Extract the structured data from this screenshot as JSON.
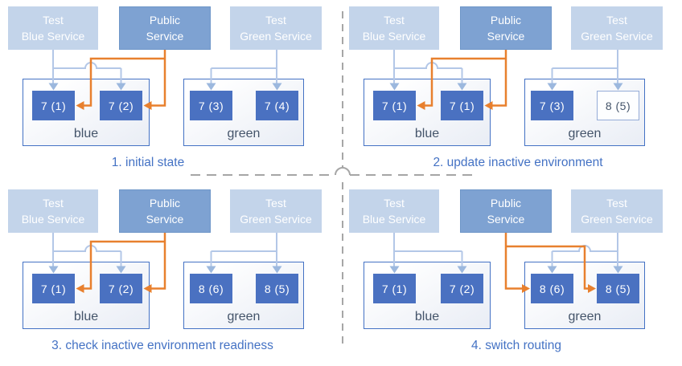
{
  "colors": {
    "header_light": "#c3d4ea",
    "header_public": "#7ea2d2",
    "header_public_border": "#6e96c8",
    "pod_fill": "#4a71c1",
    "pod_outline_border": "#94abd7",
    "pod_outline_text": "#44546a",
    "env_border": "#4472c4",
    "env_label": "#44546a",
    "caption": "#4472c4",
    "route_test_line": "#b3c7e7",
    "route_test_arrow": "#9cb8de",
    "route_public": "#e8802e",
    "divider": "#a6a6a6"
  },
  "panels": [
    {
      "caption": "1. initial state",
      "headers": [
        {
          "lines": [
            "Test",
            "Blue Service"
          ],
          "variant": "light"
        },
        {
          "lines": [
            "Public",
            "Service"
          ],
          "variant": "public"
        },
        {
          "lines": [
            "Test",
            "Green Service"
          ],
          "variant": "light"
        }
      ],
      "environments": [
        {
          "name": "blue",
          "pods": [
            {
              "label": "7 (1)",
              "variant": "filled"
            },
            {
              "label": "7 (2)",
              "variant": "filled"
            }
          ]
        },
        {
          "name": "green",
          "pods": [
            {
              "label": "7 (3)",
              "variant": "filled"
            },
            {
              "label": "7 (4)",
              "variant": "filled"
            }
          ]
        }
      ],
      "public_routes_to": "blue"
    },
    {
      "caption": "2. update inactive environment",
      "headers": [
        {
          "lines": [
            "Test",
            "Blue Service"
          ],
          "variant": "light"
        },
        {
          "lines": [
            "Public",
            "Service"
          ],
          "variant": "public"
        },
        {
          "lines": [
            "Test",
            "Green Service"
          ],
          "variant": "light"
        }
      ],
      "environments": [
        {
          "name": "blue",
          "pods": [
            {
              "label": "7 (1)",
              "variant": "filled"
            },
            {
              "label": "7 (1)",
              "variant": "filled"
            }
          ]
        },
        {
          "name": "green",
          "pods": [
            {
              "label": "7 (3)",
              "variant": "filled"
            },
            {
              "label": "8 (5)",
              "variant": "outlined"
            }
          ]
        }
      ],
      "public_routes_to": "blue"
    },
    {
      "caption": "3. check inactive environment readiness",
      "headers": [
        {
          "lines": [
            "Test",
            "Blue Service"
          ],
          "variant": "light"
        },
        {
          "lines": [
            "Public",
            "Service"
          ],
          "variant": "public"
        },
        {
          "lines": [
            "Test",
            "Green Service"
          ],
          "variant": "light"
        }
      ],
      "environments": [
        {
          "name": "blue",
          "pods": [
            {
              "label": "7 (1)",
              "variant": "filled"
            },
            {
              "label": "7 (2)",
              "variant": "filled"
            }
          ]
        },
        {
          "name": "green",
          "pods": [
            {
              "label": "8 (6)",
              "variant": "filled"
            },
            {
              "label": "8 (5)",
              "variant": "filled"
            }
          ]
        }
      ],
      "public_routes_to": "blue"
    },
    {
      "caption": "4. switch routing",
      "headers": [
        {
          "lines": [
            "Test",
            "Blue Service"
          ],
          "variant": "light"
        },
        {
          "lines": [
            "Public",
            "Service"
          ],
          "variant": "public"
        },
        {
          "lines": [
            "Test",
            "Green Service"
          ],
          "variant": "light"
        }
      ],
      "environments": [
        {
          "name": "blue",
          "pods": [
            {
              "label": "7 (1)",
              "variant": "filled"
            },
            {
              "label": "7 (2)",
              "variant": "filled"
            }
          ]
        },
        {
          "name": "green",
          "pods": [
            {
              "label": "8 (6)",
              "variant": "filled"
            },
            {
              "label": "8 (5)",
              "variant": "filled"
            }
          ]
        }
      ],
      "public_routes_to": "green"
    }
  ]
}
